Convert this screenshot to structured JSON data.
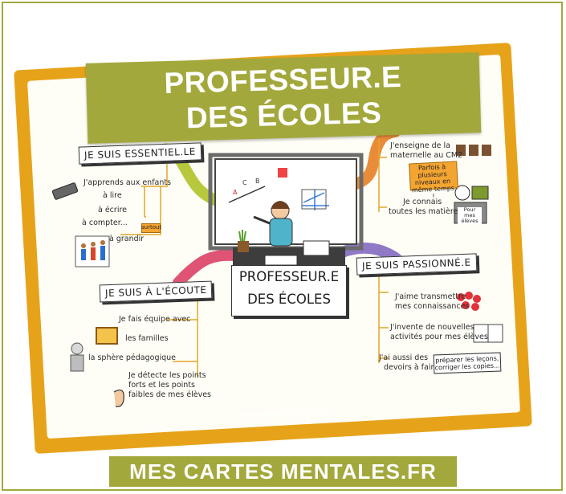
{
  "banner": {
    "line1": "PROFESSEUR.E",
    "line2": "DES ÉCOLES"
  },
  "footer": {
    "text": "MES CARTES MENTALES.FR"
  },
  "center": {
    "line1": "PROFESSEUR.E",
    "line2": "DES ÉCOLES"
  },
  "website": "www.mescartesmentales.fr",
  "branches": {
    "essentiel": {
      "label": "JE SUIS ESSENTIEL.LE",
      "intro": "J'apprends aux enfants",
      "items": [
        "à lire",
        "à écrire",
        "à compter...",
        "à grandir"
      ],
      "tag": "surtout"
    },
    "ecoute": {
      "label": "JE SUIS À L'ÉCOUTE",
      "team_intro": "Je fais équipe avec",
      "team_items": [
        "les familles",
        "la sphère pédagogique"
      ],
      "detect": [
        "Je détecte les points",
        "forts et les points",
        "faibles de mes élèves"
      ]
    },
    "polyvalent": {
      "teach": [
        "J'enseigne de la",
        "maternelle au CM2"
      ],
      "note": [
        "Parfois à plusieurs",
        "niveaux en",
        "même temps !"
      ],
      "know": [
        "Je connais",
        "toutes les matières"
      ],
      "sign": [
        "Pour mes",
        "élèves"
      ]
    },
    "passionne": {
      "label": "JE SUIS PASSIONNÉ.E",
      "love": [
        "J'aime transmettre",
        "mes connaissances"
      ],
      "invent": [
        "J'invente de nouvelles",
        "activités pour mes élèves"
      ],
      "work": [
        "J'ai aussi des",
        "devoirs à faire"
      ],
      "work_note": [
        "préparer les leçons,",
        "corriger les copies..."
      ]
    }
  },
  "colors": {
    "olive": "#a3a83c",
    "card_border": "#e6a31a",
    "branch_green": "#b7c83c",
    "branch_orange": "#e98c3a",
    "branch_pink": "#df5474",
    "branch_purple": "#8f79c6"
  }
}
